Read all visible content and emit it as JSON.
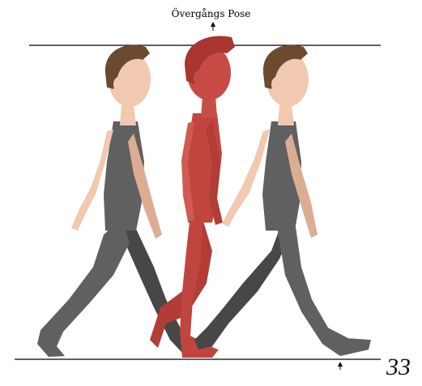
{
  "diagram": {
    "title": "Övergångs Pose",
    "page_number": "33"
  },
  "colors": {
    "skin": "#f0c9b0",
    "skin_shade": "#d9a88a",
    "hair": "#6b4a30",
    "hair_dark": "#4a321f",
    "suit": "#5f5f5f",
    "suit_dark": "#444444",
    "highlight_figure": "#c0453e",
    "highlight_dark": "#8e2a25",
    "guide_line": "#000000"
  },
  "figures": [
    {
      "role": "contact-pose-left",
      "highlighted": false
    },
    {
      "role": "passing-pose",
      "highlighted": true
    },
    {
      "role": "contact-pose-right",
      "highlighted": false
    }
  ]
}
